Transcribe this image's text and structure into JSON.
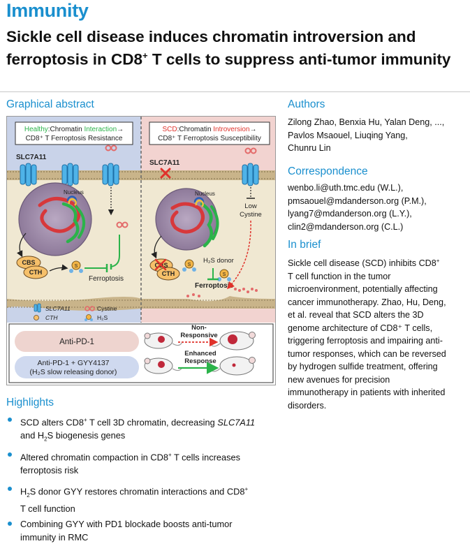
{
  "journal": "Immunity",
  "title": {
    "part1": "Sickle cell disease induces chromatin introversion and ferroptosis in CD8",
    "sup": "+",
    "part2": " T cells to suppress anti-tumor immunity"
  },
  "graphical_abstract": {
    "heading": "Graphical abstract",
    "left_box": {
      "healthy": "Healthy",
      "colon_text": ":Chromatin ",
      "interaction": "Interaction",
      "arrow": "→",
      "line2": "CD8⁺ T Ferroptosis Resistance"
    },
    "right_box": {
      "scd": "SCD",
      "colon_text": ":Chromatin ",
      "introversion": "Introversion",
      "arrow": "→",
      "line2": "CD8⁺ T Ferroptosis Susceptibility"
    },
    "slc_left": "SLC7A11",
    "slc_right": "SLC7A11",
    "nucleus": "Nucleus",
    "low_cystine": "Low Cystine",
    "low": "Low",
    "cystine_word": "Cystine",
    "cbs": "CBS",
    "cth": "CTH",
    "s": "S",
    "ferroptosis": "Ferroptosis",
    "h2s_donor": "H₂S donor",
    "legend": {
      "slc": "SLC7A11",
      "cystine": "Cystine",
      "cth": "CTH",
      "h2s": "H₂S"
    },
    "treatment1": "Anti-PD-1",
    "treatment2_line1": "Anti-PD-1 + GYY4137",
    "treatment2_line2": "(H₂S slow releasing donor)",
    "non_responsive_1": "Non-",
    "non_responsive_2": "Responsive",
    "enhanced_1": "Enhanced",
    "enhanced_2": "Response"
  },
  "authors": {
    "heading": "Authors",
    "lines": [
      "Zilong Zhao, Benxia Hu, Yalan Deng, ...,",
      "Pavlos Msaouel, Liuqing Yang,",
      "Chunru Lin"
    ]
  },
  "correspondence": {
    "heading": "Correspondence",
    "lines": [
      "wenbo.li@uth.tmc.edu (W.L.),",
      "pmsaouel@mdanderson.org (P.M.),",
      "lyang7@mdanderson.org (L.Y.),",
      "clin2@mdanderson.org (C.L.)"
    ]
  },
  "in_brief": {
    "heading": "In brief",
    "line1_a": "Sickle cell disease (SCD) inhibits CD8",
    "line1_sup": "+",
    "lines": [
      "T cell function in the tumor",
      "microenvironment, potentially affecting",
      "cancer immunotherapy. Zhao, Hu, Deng,",
      "et al. reveal that SCD alters the 3D",
      "genome architecture of CD8⁺ T cells,",
      "triggering ferroptosis and impairing anti-",
      "tumor responses, which can be reversed",
      "by hydrogen sulfide treatment, offering",
      "new avenues for precision",
      "immunotherapy in patients with inherited",
      "disorders."
    ]
  },
  "highlights": {
    "heading": "Highlights",
    "h1_a": "SCD alters CD8",
    "h1_sup": "+",
    "h1_b": " T cell 3D chromatin, decreasing ",
    "h1_gene": "SLC7A11",
    "h1_c": "and H",
    "h1_sub": "2",
    "h1_d": "S biogenesis genes",
    "h2_a": "Altered chromatin compaction in CD8",
    "h2_sup": "+",
    "h2_b": " T cells increases",
    "h2_c": "ferroptosis risk",
    "h3_a": "H",
    "h3_sub": "2",
    "h3_b": "S donor GYY restores chromatin interactions and CD8",
    "h3_sup": "+",
    "h3_c": "T cell function",
    "h4_a": "Combining GYY with PD1 blockade boosts anti-tumor",
    "h4_b": "immunity in RMC"
  },
  "colors": {
    "accent": "#1a8fce",
    "healthy_green": "#2bb34a",
    "scd_red": "#e0322b",
    "left_panel": "#c9d3e9",
    "right_panel": "#f2d3d0"
  }
}
